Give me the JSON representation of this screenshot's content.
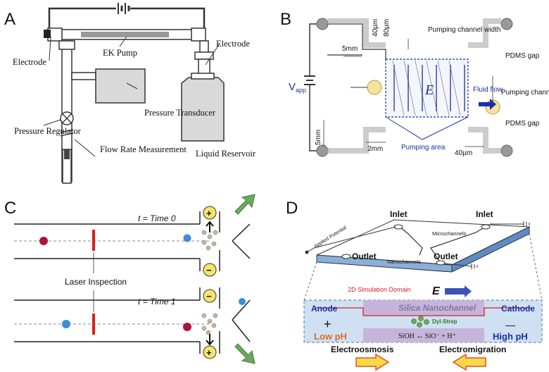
{
  "panels": {
    "a": {
      "letter": "A",
      "labels": {
        "ek_pump": "EK Pump",
        "electrode_left": "Electrode",
        "electrode_right": "Electrode",
        "pressure_transducer": "Pressure Transducer",
        "pressure_regulator": "Pressure Regulator",
        "flow_rate": "Flow Rate Measurement",
        "liquid_reservoir": "Liquid Reservoir"
      }
    },
    "b": {
      "letter": "B",
      "labels": {
        "d_5mm_top": "5mm",
        "d_40um": "40µm",
        "d_80um": "80µm",
        "pumping_channel_width": "Pumping channel width",
        "pdms_gap_top": "PDMS gap",
        "v_app": "V",
        "v_app_sub": "app",
        "field": "E",
        "fluid_flow": "Fluid flow",
        "pumping_channel_length": "Pumping channel length",
        "pdms_gap_bottom": "PDMS gap",
        "d_5mm_bottom": "5mm",
        "d_2mm": "2mm",
        "pumping_area": "Pumping area",
        "d_40um_bottom": "40µm"
      }
    },
    "c": {
      "letter": "C",
      "labels": {
        "time0": "t = Time 0",
        "time1": "t = Time 1",
        "laser": "Laser Inspection",
        "plus": "+",
        "minus": "−"
      }
    },
    "d": {
      "letter": "D",
      "labels": {
        "inlet_left": "Inlet",
        "inlet_right": "Inlet",
        "microchannels": "Microchannels",
        "applied_potential": "Applied Potential",
        "outlet_left": "Outlet",
        "outlet_right": "Outlet",
        "nanochannels": "Nanochannels",
        "sim_domain": "2D Simulation Domain",
        "field": "E",
        "anode": "Anode",
        "cathode": "Cathode",
        "silica": "Silica Nanochannel",
        "plus": "+",
        "minus": "—",
        "dyl_strep": "Dyl-Strep",
        "reaction": "SiOH ↔ SiO⁻ + H⁺",
        "low_ph": "Low pH",
        "high_ph": "High pH",
        "electroosmosis": "Electroosmosis",
        "electromigration": "Electromigration"
      }
    }
  },
  "colors": {
    "line": "#333333",
    "blue": "#1a2ea8",
    "red": "#d62020",
    "green": "#6aaa5c",
    "panel_d_blue": "#bcd3ec",
    "sim_box": "#cfe0f3"
  }
}
